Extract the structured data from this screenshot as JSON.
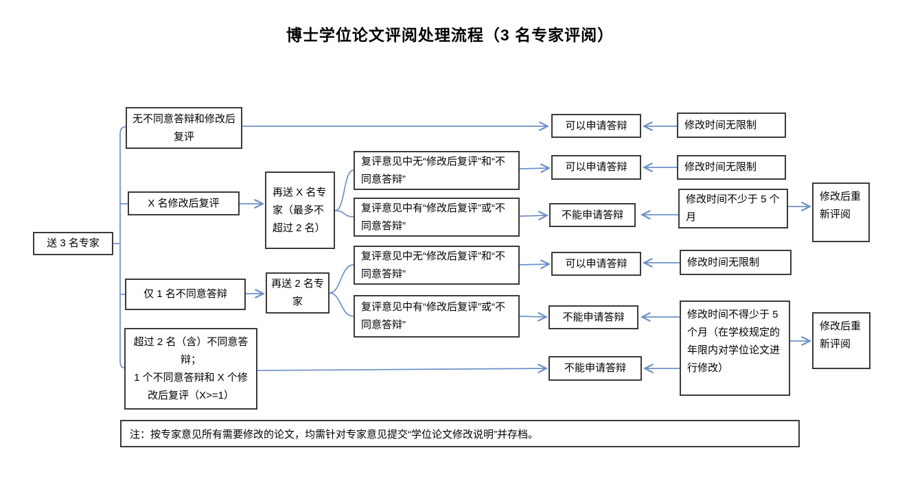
{
  "title": "博士学位论文评阅处理流程（3 名专家评阅）",
  "colors": {
    "line": "#6E8FC7",
    "border": "#3A3A3A",
    "text": "#000000",
    "background": "#FFFFFF"
  },
  "nodes": {
    "start": "送 3 名专家",
    "no_objection": "无不同意答辩和修改后复评",
    "x_revise": "X 名修改后复评",
    "one_disagree": "仅 1 名不同意答辩",
    "over_two": "超过 2 名（含）不同意答辩；\n1 个不同意答辩和 X 个修改后复评（X>=1）",
    "resend_x": "再送 X 名专家（最多不超过 2 名）",
    "resend_2": "再送 2 名专家",
    "review_none_1": "复评意见中无“修改后复评”和“不同意答辩”",
    "review_has_1": "复评意见中有“修改后复评”或“不同意答辩”",
    "review_none_2": "复评意见中无“修改后复评”和“不同意答辩”",
    "review_has_2": "复评意见中有“修改后复评”或“不同意答辩”",
    "can_defend_1": "可以申请答辩",
    "can_defend_2": "可以申请答辩",
    "cannot_defend_1": "不能申请答辩",
    "can_defend_3": "可以申请答辩",
    "cannot_defend_2": "不能申请答辩",
    "cannot_defend_3": "不能申请答辩",
    "no_time_limit_1": "修改时间无限制",
    "no_time_limit_2": "修改时间无限制",
    "min_5_months": "修改时间不少于 5 个月",
    "no_time_limit_3": "修改时间无限制",
    "min_5_months_school": "修改时间不得少于 5 个月（在学校规定的年限内对学位论文进行修改）",
    "rereview_1": "修改后重新评阅",
    "rereview_2": "修改后重新评阅"
  },
  "note": "注：按专家意见所有需要修改的论文，均需针对专家意见提交“学位论文修改说明”并存档。"
}
